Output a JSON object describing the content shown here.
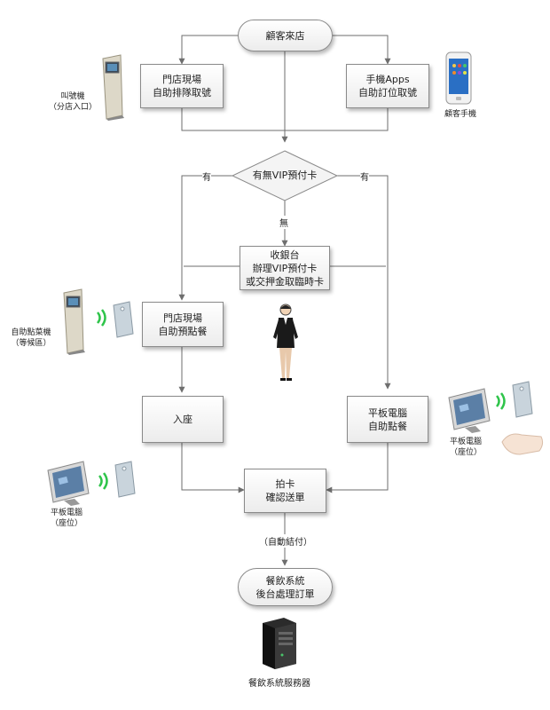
{
  "nodes": {
    "start": "顧客來店",
    "kiosk_queue": [
      "門店現場",
      "自助排隊取號"
    ],
    "app_booking": [
      "手機Apps",
      "自助訂位取號"
    ],
    "vip_decision": "有無VIP預付卡",
    "cashier": [
      "收銀台",
      "辦理VIP預付卡",
      "或交押金取臨時卡"
    ],
    "kiosk_preorder": [
      "門店現場",
      "自助預點餐"
    ],
    "seat": "入座",
    "tablet_order": [
      "平板電腦",
      "自助點餐"
    ],
    "confirm": [
      "拍卡",
      "確認送單"
    ],
    "backend": [
      "餐飲系統",
      "後台處理訂單"
    ]
  },
  "edge_labels": {
    "yes_left": "有",
    "yes_right": "有",
    "no": "無",
    "auto_settle": "（自動結付）"
  },
  "device_labels": {
    "queue_kiosk": [
      "叫號機",
      "（分店入口）"
    ],
    "customer_phone": "顧客手機",
    "order_kiosk": [
      "自助點菜機",
      "（等候區）"
    ],
    "tablet_right": [
      "平板電腦",
      "（座位）"
    ],
    "tablet_left": [
      "平板電腦",
      "（座位）"
    ],
    "server": "餐飲系統服務器"
  },
  "colors": {
    "line": "#6e6e6e",
    "box_border": "#8a8a8a",
    "nfc_wave": "#2ec44a"
  }
}
